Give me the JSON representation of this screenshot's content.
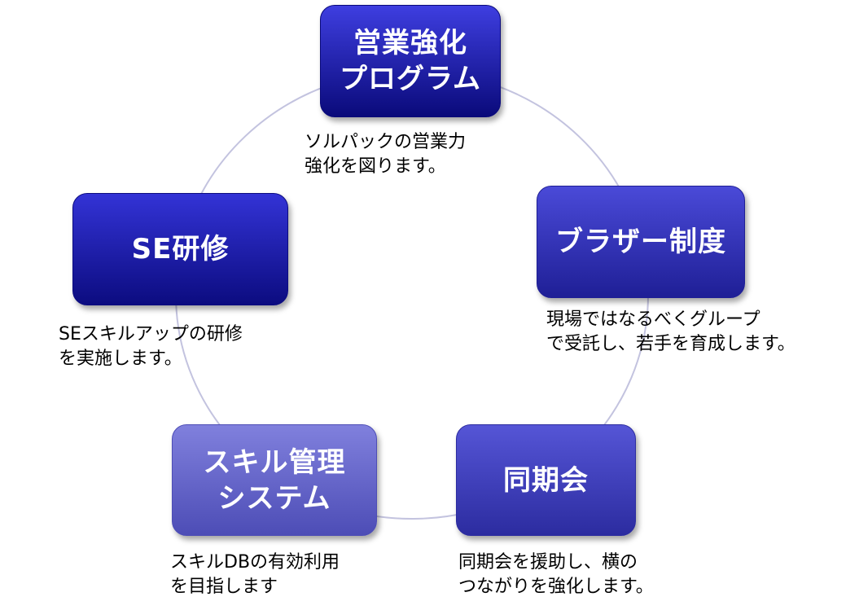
{
  "colors": {
    "ring": "#c3c3df",
    "sales": [
      "#3e3ee0",
      "#0a0a7a"
    ],
    "brother": [
      "#4a4ad8",
      "#1f1f96"
    ],
    "peer": [
      "#5555d6",
      "#2c2ca0"
    ],
    "skill": [
      "#8080dd",
      "#4d4db6"
    ],
    "se": [
      "#3333d6",
      "#0c0c80"
    ]
  },
  "nodes": {
    "sales": {
      "label": "営業強化\nプログラム",
      "caption": "ソルパックの営業力\n強化を図ります。"
    },
    "brother": {
      "label": "ブラザー制度",
      "caption": "現場ではなるべくグループ\nで受託し、若手を育成します。"
    },
    "peer": {
      "label": "同期会",
      "caption": "同期会を援助し、横の\nつながりを強化します。"
    },
    "skill": {
      "label": "スキル管理\nシステム",
      "caption": "スキルDBの有効利用\nを目指します"
    },
    "se": {
      "label": "SE研修",
      "caption": "SEスキルアップの研修\nを実施します。"
    }
  }
}
